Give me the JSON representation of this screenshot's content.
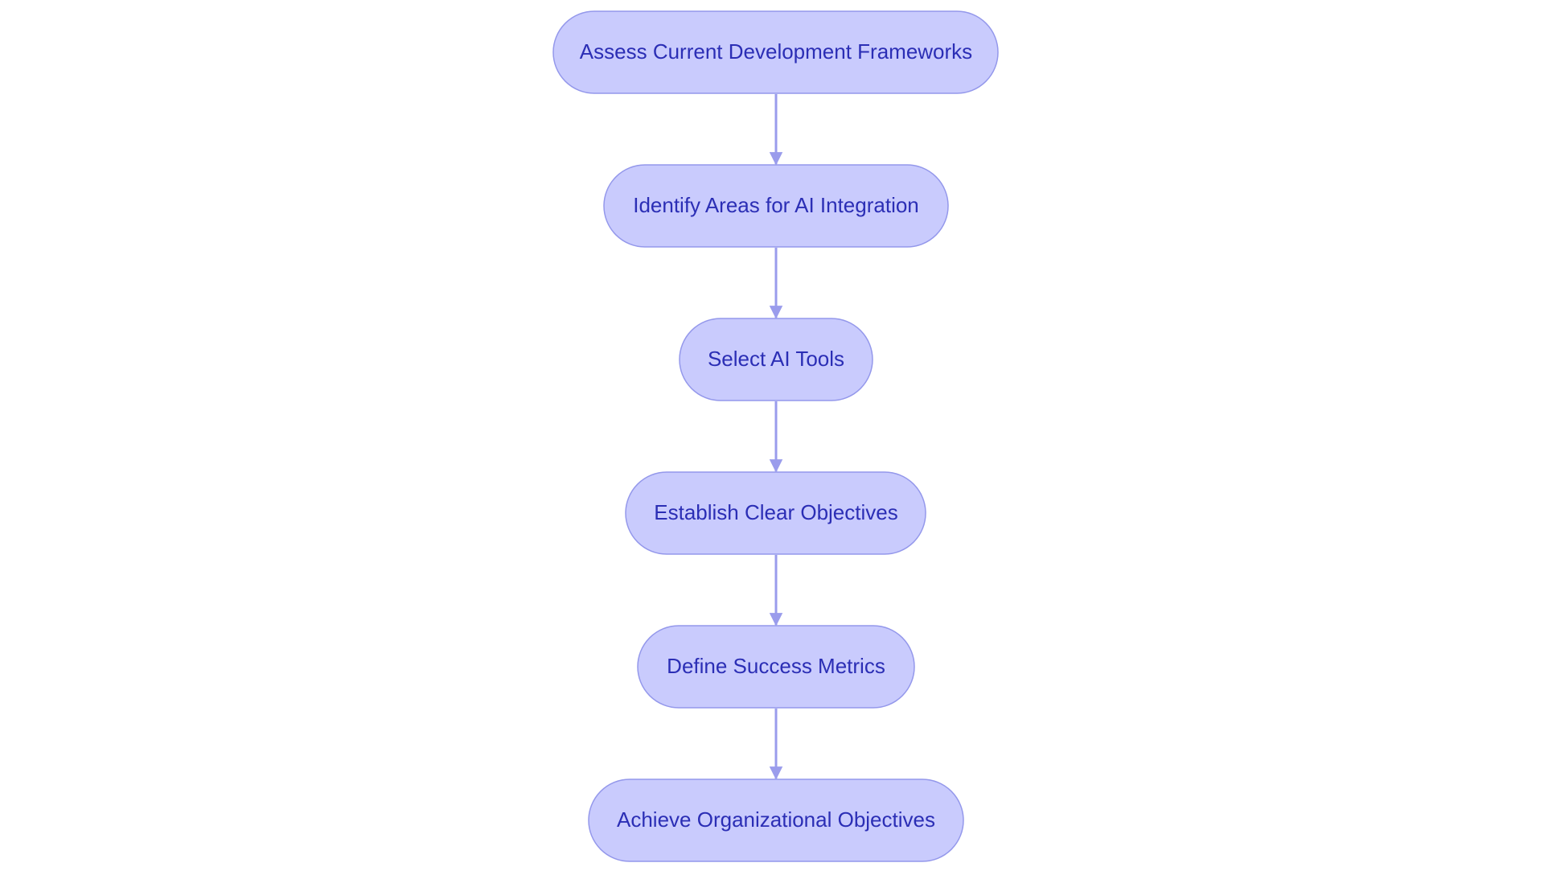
{
  "flowchart": {
    "steps": [
      "Assess Current Development Frameworks",
      "Identify Areas for AI Integration",
      "Select AI Tools",
      "Establish Clear Objectives",
      "Define Success Metrics",
      "Achieve Organizational Objectives"
    ]
  },
  "colors": {
    "node_fill": "#c9cbfd",
    "node_stroke": "#9498eb",
    "text": "#2b2eb5",
    "connector": "#9a9cec"
  }
}
